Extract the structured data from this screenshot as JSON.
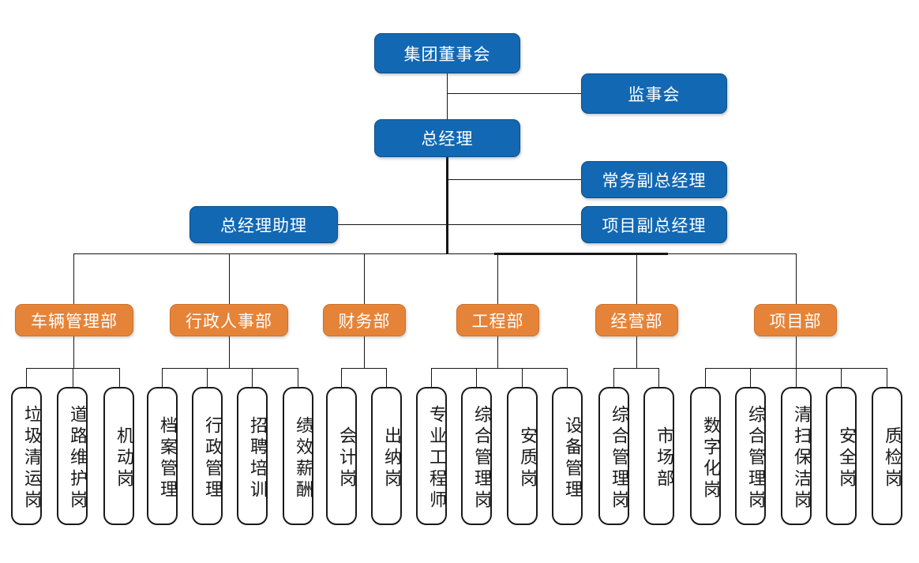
{
  "colors": {
    "exec_fill": "#1268B3",
    "exec_border": "#0C4F87",
    "dept_fill": "#E58439",
    "dept_border": "#CC6F27",
    "leaf_fill": "#FFFFFF",
    "leaf_border": "#1A1A1A",
    "line": "#151515",
    "background": "#FFFFFF"
  },
  "executives": {
    "board": "集团董事会",
    "supervisory": "监事会",
    "general_manager": "总经理",
    "executive_deputy": "常务副总经理",
    "project_deputy": "项目副总经理",
    "gm_assistant": "总经理助理"
  },
  "departments": [
    {
      "name": "车辆管理部",
      "positions": [
        "垃圾清运岗",
        "道路维护岗",
        "机动岗"
      ]
    },
    {
      "name": "行政人事部",
      "positions": [
        "档案管理",
        "行政管理",
        "招聘培训",
        "绩效薪酬"
      ]
    },
    {
      "name": "财务部",
      "positions": [
        "会计岗",
        "出纳岗"
      ]
    },
    {
      "name": "工程部",
      "positions": [
        "专业工程师",
        "综合管理岗",
        "安质岗",
        "设备管理"
      ]
    },
    {
      "name": "经营部",
      "positions": [
        "综合管理岗",
        "市场部"
      ]
    },
    {
      "name": "项目部",
      "positions": [
        "数字化岗",
        "综合管理岗",
        "清扫保洁岗",
        "安全岗",
        "质检岗"
      ]
    }
  ],
  "leaf_positions": [
    "垃圾清运岗",
    "道路维护岗",
    "机动岗",
    "档案管理",
    "行政管理",
    "招聘培训",
    "绩效薪酬",
    "会计岗",
    "出纳岗",
    "专业工程师",
    "综合管理岗",
    "安质岗",
    "设备管理",
    "综合管理岗",
    "市场部",
    "数字化岗",
    "综合管理岗",
    "清扫保洁岗",
    "安全岗",
    "质检岗"
  ]
}
